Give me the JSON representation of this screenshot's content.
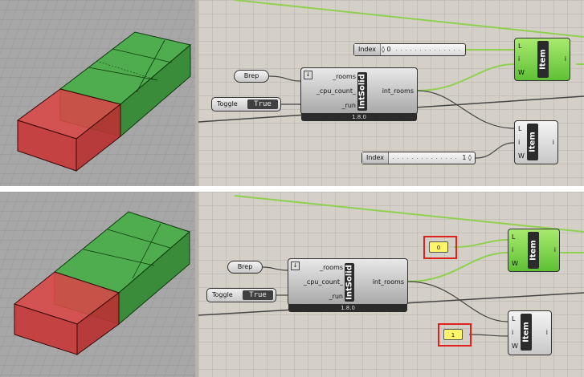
{
  "top": {
    "brep_label": "Brep",
    "toggle": {
      "label": "Toggle",
      "value": "True"
    },
    "component": {
      "title": "IntSolid",
      "inputs": [
        "_rooms",
        "_cpu_count_",
        "_run"
      ],
      "output": "int_rooms",
      "version": "1.8.0"
    },
    "slider_a": {
      "label": "Index",
      "value": "◊ 0"
    },
    "slider_b": {
      "label": "Index",
      "value": "1 ◊"
    },
    "item_a": {
      "title": "Item",
      "inputs": [
        "L",
        "i",
        "W"
      ],
      "output": "i"
    },
    "item_b": {
      "title": "Item",
      "inputs": [
        "L",
        "i",
        "W"
      ],
      "output": "i"
    }
  },
  "bottom": {
    "brep_label": "Brep",
    "toggle": {
      "label": "Toggle",
      "value": "True"
    },
    "component": {
      "title": "IntSolid",
      "inputs": [
        "_rooms",
        "_cpu_count_",
        "_run"
      ],
      "output": "int_rooms",
      "version": "1.8.0"
    },
    "panel_a": "0",
    "panel_b": "1",
    "item_a": {
      "title": "Item",
      "inputs": [
        "L",
        "i",
        "W"
      ],
      "output": "i"
    },
    "item_b": {
      "title": "Item",
      "inputs": [
        "L",
        "i",
        "W"
      ],
      "output": "i"
    }
  },
  "colors": {
    "wire_green": "#8fd14f",
    "room_green": "#3fae3f",
    "room_red": "#d94848",
    "highlight": "#e0201c",
    "panel_yellow": "#fff56a"
  }
}
